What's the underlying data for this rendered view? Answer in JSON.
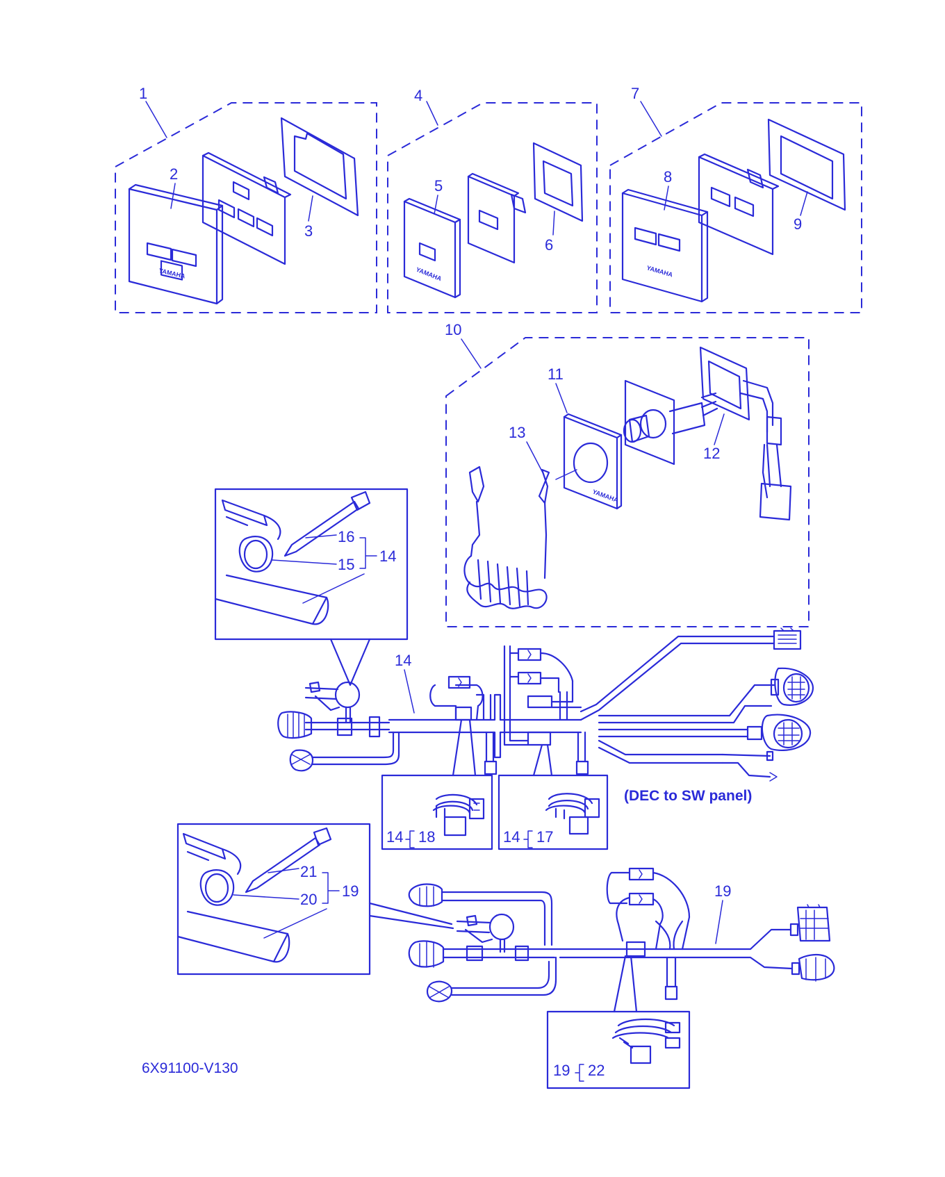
{
  "colors": {
    "line": "#2a2ad8",
    "background": "#ffffff"
  },
  "callouts": {
    "c1": "1",
    "c2": "2",
    "c3": "3",
    "c4": "4",
    "c5": "5",
    "c6": "6",
    "c7": "7",
    "c8": "8",
    "c9": "9",
    "c10": "10",
    "c11": "11",
    "c12": "12",
    "c13": "13",
    "c14a": "14",
    "c14b": "14",
    "c14c": "14",
    "c14d": "14",
    "c15": "15",
    "c16": "16",
    "c17": "17",
    "c18": "18",
    "c19a": "19",
    "c19b": "19",
    "c19c": "19",
    "c20": "20",
    "c21": "21",
    "c22": "22"
  },
  "panel_brand": "YAMAHA",
  "note": "(DEC to SW panel)",
  "drawing_code": "6X91100-V130"
}
